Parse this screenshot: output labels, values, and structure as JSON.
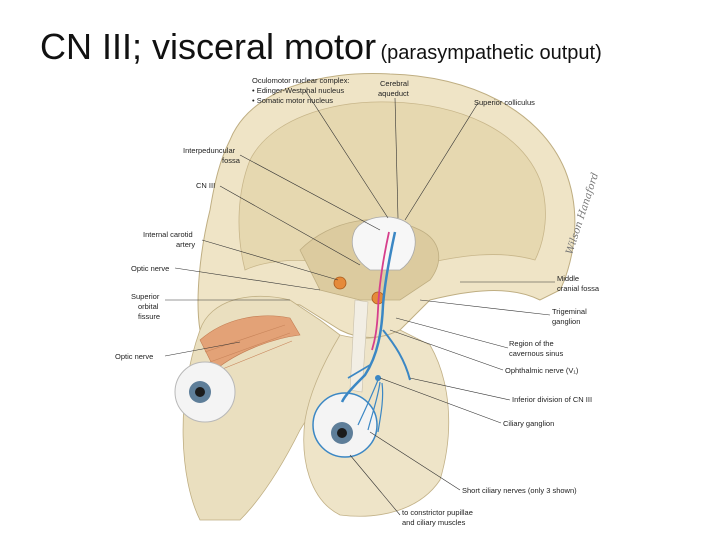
{
  "slide": {
    "title_main": "CN III; visceral motor",
    "title_sub": "(parasympathetic output)"
  },
  "labels": {
    "oculomotor_complex": "Oculomotor nuclear complex:",
    "edinger_westphal": "• Edinger-Westphal nucleus",
    "somatic_motor": "• Somatic motor nucleus",
    "cerebral": "Cerebral",
    "aqueduct": "aqueduct",
    "superior_colliculus": "Superior colliculus",
    "interpeduncular": "Interpeduncular",
    "fossa": "fossa",
    "cn3": "CN III",
    "internal_carotid": "Internal carotid",
    "artery": "artery",
    "optic_nerve_1": "Optic nerve",
    "superior": "Superior",
    "orbital": "orbital",
    "fissure": "fissure",
    "optic_nerve_2": "Optic nerve",
    "middle": "Middle",
    "cranial_fossa": "cranial fossa",
    "trigeminal": "Trigeminal",
    "ganglion": "ganglion",
    "region_of_the": "Region of the",
    "cavernous_sinus": "cavernous sinus",
    "ophthalmic_nerve": "Ophthalmic nerve (V₁)",
    "inferior_division": "Inferior division of CN III",
    "ciliary_ganglion": "Ciliary ganglion",
    "short_ciliary": "Short ciliary nerves (only 3 shown)",
    "to_constrictor": "to constrictor pupillae",
    "and_ciliary": "and ciliary muscles"
  },
  "signature": "Wilson Hanaford",
  "colors": {
    "bone": "#efe4c6",
    "bone_shadow": "#d7c79e",
    "nerve_blue": "#3b87c4",
    "nerve_pink": "#d63f8c",
    "muscle": "#e3a277",
    "eye_white": "#f4f4f4",
    "iris": "#5e7e99"
  }
}
